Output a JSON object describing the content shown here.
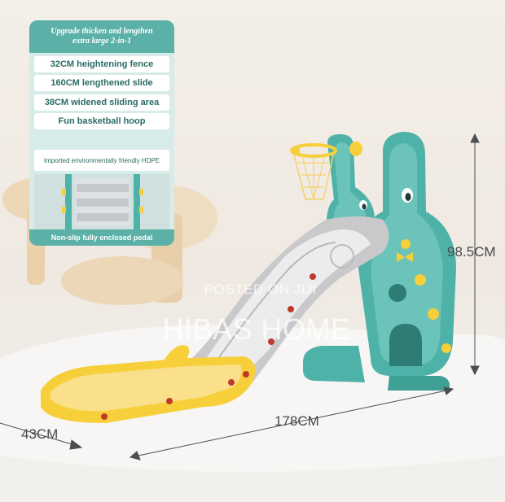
{
  "feature_card": {
    "title": "Upgrade thicken and lengthen extra large 2-in-1",
    "features": [
      "32CM heightening fence",
      "160CM lengthened slide",
      "38CM widened sliding area",
      "Fun basketball hoop"
    ],
    "material": "Imported environmentally friendly HDPE",
    "footer": "Non-slip fully enclosed pedal"
  },
  "dimensions": {
    "height": "98.5CM",
    "length": "178CM",
    "width": "43CM"
  },
  "watermark": {
    "line1": "POSTED ON JIJI",
    "line2": "HIBAS HOME"
  },
  "colors": {
    "teal": "#4fb2a8",
    "yellow": "#f7cf3a",
    "slide_gray": "#c9c9cb",
    "background": "#f1ece5"
  }
}
